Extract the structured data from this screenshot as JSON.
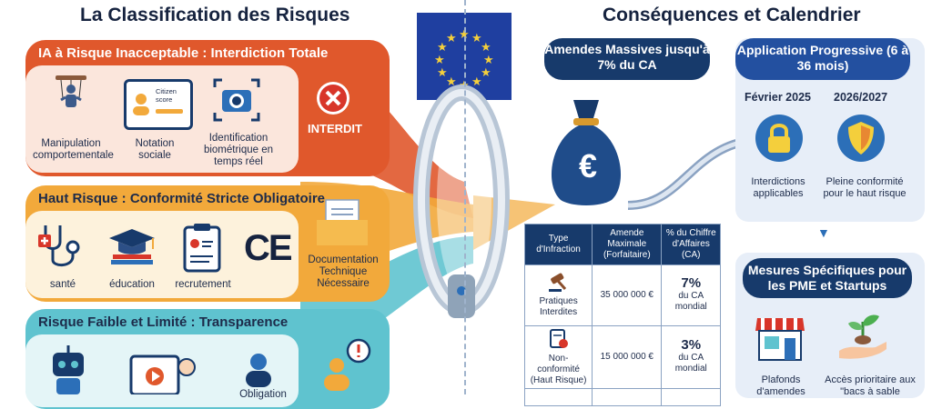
{
  "left": {
    "title": "La Classification des Risques",
    "unacceptable": {
      "header": "IA à Risque Inacceptable : Interdiction Totale",
      "items": [
        "Manipulation comportementale",
        "Notation sociale",
        "Identification biométrique en temps réel"
      ],
      "badge_text": "Citizen score",
      "stamp": "INTERDIT"
    },
    "high": {
      "header": "Haut Risque : Conformité Stricte Obligatoire",
      "items": [
        "santé",
        "éducation",
        "recrutement"
      ],
      "ce_mark": "CE",
      "doc_label": "Documentation Technique Nécessaire"
    },
    "low": {
      "header": "Risque Faible et Limité : Transparence",
      "partial_label": "Obligation"
    }
  },
  "right": {
    "title": "Conséquences et Calendrier",
    "fines_pill": "Amendes Massives jusqu'à 7% du CA",
    "euro_symbol": "€",
    "table": {
      "headers": [
        "Type d'Infraction",
        "Amende Maximale (Forfaitaire)",
        "% du Chiffre d'Affaires (CA)"
      ],
      "rows": [
        {
          "type": "Pratiques Interdites",
          "amount": "35 000 000 €",
          "pct": "7%",
          "pct_note": "du CA mondial"
        },
        {
          "type": "Non-conformité (Haut Risque)",
          "amount": "15 000 000 €",
          "pct": "3%",
          "pct_note": "du CA mondial"
        }
      ]
    },
    "timeline": {
      "header": "Application Progressive (6 à 36 mois)",
      "dates": [
        "Février 2025",
        "2026/2027"
      ],
      "labels": [
        "Interdictions applicables",
        "Pleine conformité pour le haut risque"
      ]
    },
    "sme": {
      "header": "Mesures Spécifiques pour les PME et Startups",
      "items": [
        "Plafonds d'amendes",
        "Accès prioritaire aux \"bacs à sable"
      ]
    }
  },
  "colors": {
    "red": "#e0582c",
    "orange": "#f2a93b",
    "teal": "#5fc3cf",
    "navy": "#173a6b",
    "eu_blue": "#1f3fa0",
    "gold": "#f4cf3c"
  }
}
